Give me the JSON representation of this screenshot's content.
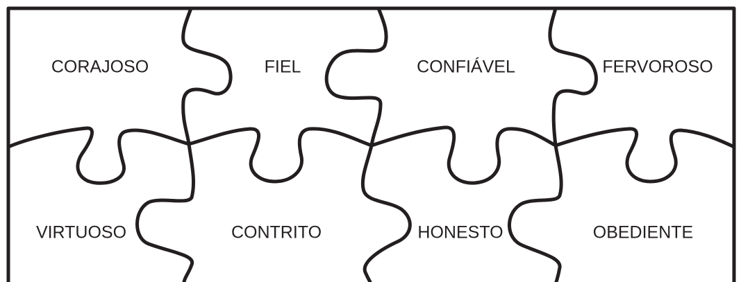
{
  "puzzle": {
    "line_color": "#231f20",
    "background": "#ffffff",
    "top_row": [
      "CORAJOSO",
      "FIEL",
      "CONFIÁVEL",
      "FERVOROSO"
    ],
    "bottom_row": [
      "VIRTUOSO",
      "CONTRITO",
      "HONESTO",
      "OBEDIENTE"
    ]
  }
}
